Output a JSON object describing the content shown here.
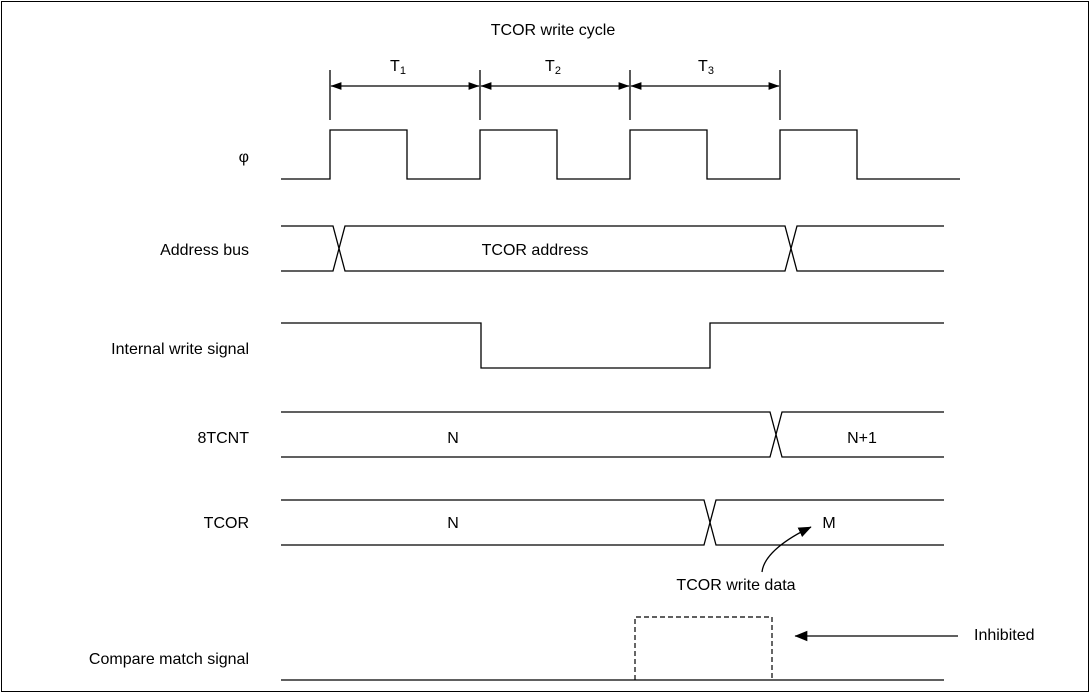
{
  "title": "TCOR write cycle",
  "periods": [
    {
      "main": "T",
      "sub": "1"
    },
    {
      "main": "T",
      "sub": "2"
    },
    {
      "main": "T",
      "sub": "3"
    }
  ],
  "signals": {
    "clock": "φ",
    "address_bus": "Address bus",
    "write_signal": "Internal write signal",
    "counter": "8TCNT",
    "tcor": "TCOR",
    "compare_match": "Compare match signal"
  },
  "bus_values": {
    "address": "TCOR address",
    "counter_before": "N",
    "counter_after": "N+1",
    "tcor_before": "N",
    "tcor_after": "M"
  },
  "annotations": {
    "write_data": "TCOR write data",
    "inhibited": "Inhibited"
  }
}
